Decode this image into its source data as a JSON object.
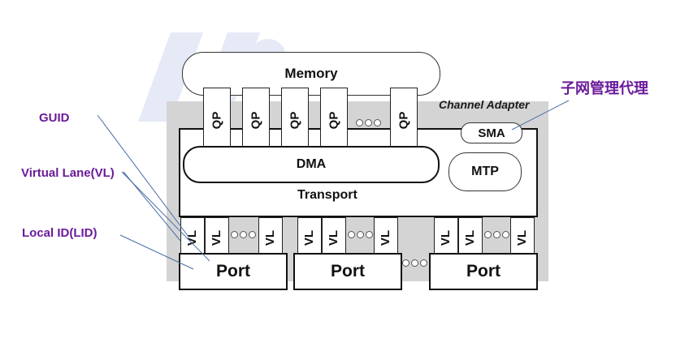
{
  "diagram": {
    "memory_label": "Memory",
    "channel_adapter_label": "Channel Adapter",
    "qp_label": "QP",
    "dma_label": "DMA",
    "transport_label": "Transport",
    "sma_label": "SMA",
    "mtp_label": "MTP",
    "vl_label": "VL",
    "port_label": "Port"
  },
  "annotations": {
    "guid": "GUID",
    "virtual_lane": "Virtual Lane(VL)",
    "local_id": "Local ID(LID)",
    "subnet_mgmt_agent": "子网管理代理"
  },
  "colors": {
    "annotation": "#6a1b9a",
    "arrow": "#4a6fa5",
    "channel_adapter_bg": "#d4d4d4"
  }
}
